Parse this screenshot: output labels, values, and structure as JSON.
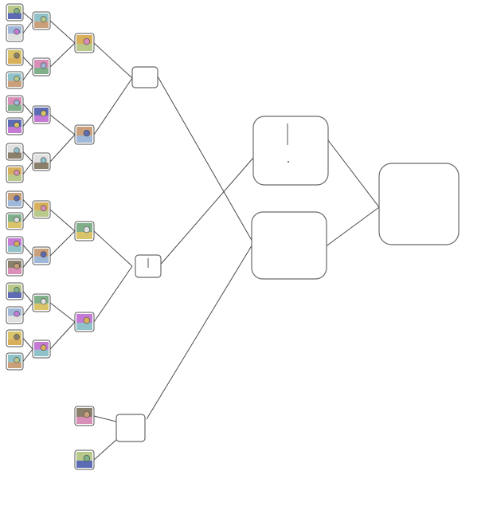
{
  "diagram": {
    "type": "tournament-bracket",
    "colors": {
      "edge": "#4a4a4a",
      "box_border": "#6a6a6a",
      "thumb_palette": [
        "#b9c98a",
        "#9fb7d8",
        "#d9c46a",
        "#8fc2c9",
        "#d98fb7",
        "#5c6bb3",
        "#e0e0e0",
        "#d8b05c",
        "#c9a07a",
        "#7fb08a",
        "#c57ad6",
        "#8a7f6a"
      ]
    },
    "rounds": [
      {
        "name": "round-of-32",
        "count": 16,
        "content": "thumbnail"
      },
      {
        "name": "round-of-16",
        "count": 8,
        "content": "thumbnail"
      },
      {
        "name": "quarterfinal",
        "count": 4,
        "content": "thumbnail"
      },
      {
        "name": "semifinal-feeder",
        "count": 3,
        "content": "empty"
      },
      {
        "name": "semifinal",
        "count": 2,
        "content": "empty"
      },
      {
        "name": "final",
        "count": 1,
        "content": "empty"
      }
    ]
  }
}
